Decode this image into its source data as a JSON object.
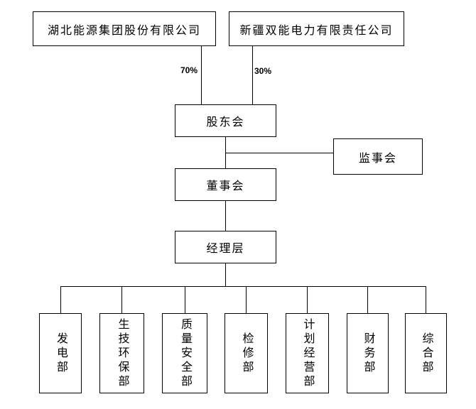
{
  "diagram": {
    "type": "org-chart",
    "parents": [
      {
        "name": "湖北能源集团股份有限公司",
        "ownership": "70%"
      },
      {
        "name": "新疆双能电力有限责任公司",
        "ownership": "30%"
      }
    ],
    "governance": {
      "shareholders_meeting": "股东会",
      "supervisory_board": "监事会",
      "board_of_directors": "董事会",
      "management": "经理层"
    },
    "departments": [
      "发电部",
      "生技环保部",
      "质量安全部",
      "检修部",
      "计划经营部",
      "财务部",
      "综合部"
    ],
    "colors": {
      "line": "#000000",
      "background": "#ffffff",
      "text": "#000000"
    }
  }
}
